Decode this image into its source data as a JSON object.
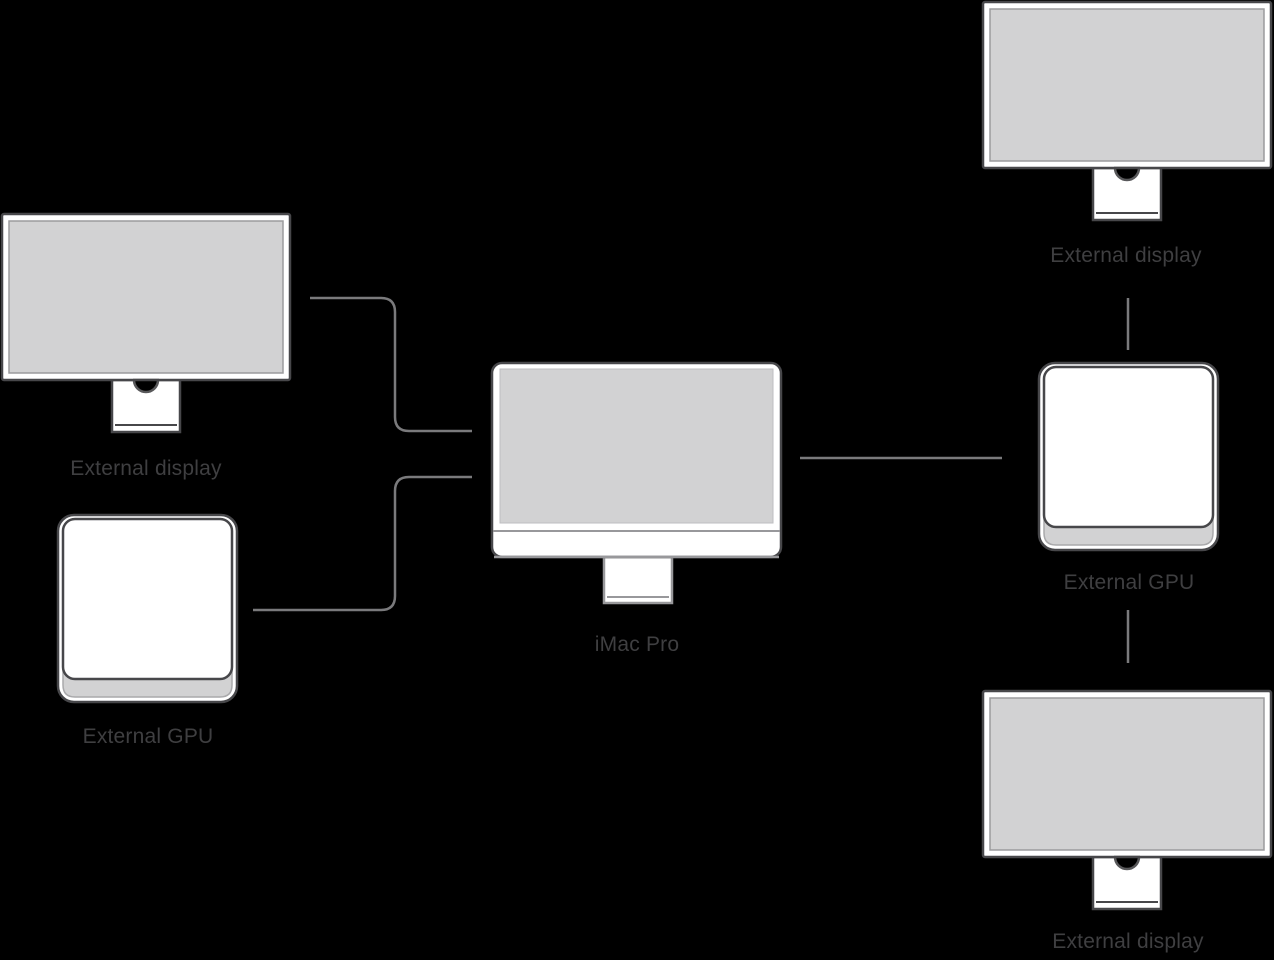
{
  "diagram": {
    "description": "Topology diagram of an iMac Pro connected to external GPUs and external displays",
    "background_color": "#000000",
    "colors": {
      "device_outline": "#47474A",
      "device_fill": "#FFFFFF",
      "screen_fill": "#D2D2D3",
      "screen_border": "#9B9B9D",
      "soft_outline": "#98989B",
      "connector_line": "#7A7A7C",
      "label_text": "#3F3F41"
    },
    "nodes": [
      {
        "id": "external-display-left",
        "type": "external-display",
        "label": "External display"
      },
      {
        "id": "external-gpu-left",
        "type": "external-gpu",
        "label": "External GPU"
      },
      {
        "id": "imac-pro",
        "type": "imac-pro",
        "label": "iMac Pro"
      },
      {
        "id": "external-display-top-right",
        "type": "external-display",
        "label": "External display"
      },
      {
        "id": "external-gpu-right",
        "type": "external-gpu",
        "label": "External GPU"
      },
      {
        "id": "external-display-bottom-right",
        "type": "external-display",
        "label": "External display"
      }
    ],
    "connections": [
      {
        "from": "external-display-left",
        "to": "imac-pro"
      },
      {
        "from": "external-gpu-left",
        "to": "imac-pro"
      },
      {
        "from": "imac-pro",
        "to": "external-gpu-right"
      },
      {
        "from": "external-display-top-right",
        "to": "external-gpu-right"
      },
      {
        "from": "external-gpu-right",
        "to": "external-display-bottom-right"
      }
    ]
  }
}
